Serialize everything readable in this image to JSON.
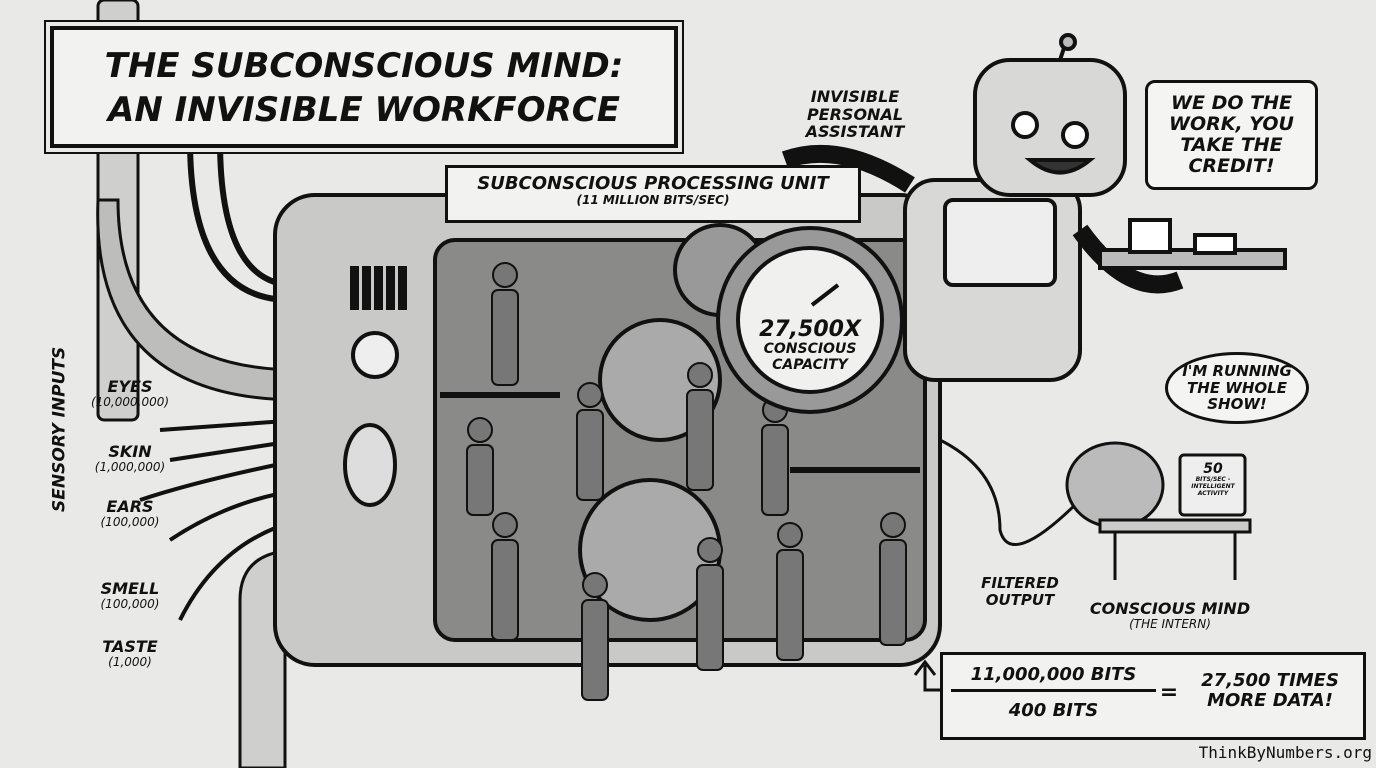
{
  "title": {
    "line1": "The Subconscious Mind:",
    "line2": "An Invisible Workforce"
  },
  "processing_unit": {
    "label": "Subconscious Processing Unit",
    "rate": "(11 million bits/sec)"
  },
  "gauge": {
    "value": "27,500x",
    "label": "Conscious Capacity"
  },
  "robot": {
    "label": "Invisible Personal Assistant",
    "speech": "We do the work, you take the credit!"
  },
  "sensory": {
    "heading": "Sensory Inputs",
    "items": [
      {
        "name": "Eyes",
        "value": "(10,000,000)"
      },
      {
        "name": "Skin",
        "value": "(1,000,000)"
      },
      {
        "name": "Ears",
        "value": "(100,000)"
      },
      {
        "name": "Smell",
        "value": "(100,000)"
      },
      {
        "name": "Taste",
        "value": "(1,000)"
      }
    ]
  },
  "brain": {
    "speech": "I'm running the whole show!",
    "monitor_number": "50",
    "monitor_text": "Bits/sec - intelligent activity",
    "label": "Conscious Mind",
    "sublabel": "(The Intern)"
  },
  "output": {
    "label": "Filtered Output"
  },
  "equation": {
    "numerator": "11,000,000 bits",
    "denominator": "400 bits",
    "equals": "=",
    "result": "27,500 times more data!"
  },
  "watermark": "ThinkByNumbers.org"
}
